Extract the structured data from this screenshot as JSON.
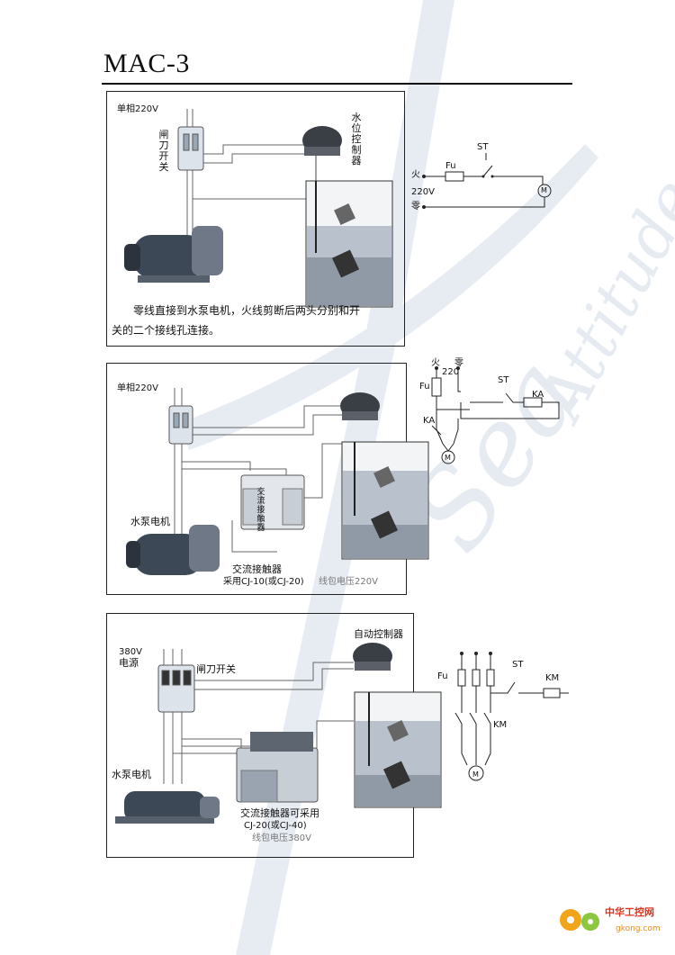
{
  "title": "MAC-3",
  "panel1": {
    "supply_label": "单相220V",
    "switch_label": "闸刀开关",
    "controller_label": "水位控制器",
    "note_line1": "零线直接到水泵电机，火线剪断后两头分别和开",
    "note_line2": "关的二个接线孔连接。"
  },
  "schematic1": {
    "live": "火",
    "voltage": "220V",
    "neutral": "零",
    "fuse": "Fu",
    "start": "ST",
    "motor": "M"
  },
  "panel2": {
    "supply_label": "单相220V",
    "contactor_text": "交流接触器",
    "pump_label": "水泵电机",
    "contactor_caption": "交流接触器",
    "model_text": "采用CJ-10(或CJ-20)",
    "coil_text": "线包电压220V"
  },
  "schematic2": {
    "live": "火",
    "neutral": "零",
    "voltage": "220",
    "fuse": "Fu",
    "start": "ST",
    "relay_coil": "KA",
    "relay_contact": "KA",
    "motor": "M"
  },
  "panel3": {
    "supply_voltage": "380V",
    "supply_word": "电源",
    "switch_label": "闸刀开关",
    "controller_label": "自动控制器",
    "pump_label": "水泵电机",
    "contactor_caption": "交流接触器可采用",
    "model_text": "CJ-20(或CJ-40)",
    "coil_text": "线包电压380V"
  },
  "schematic3": {
    "fuse": "Fu",
    "start": "ST",
    "coil": "KM",
    "contact": "KM",
    "motor": "M"
  },
  "footer": {
    "logo_cn": "中华工控网",
    "logo_url": "gkong.com"
  }
}
